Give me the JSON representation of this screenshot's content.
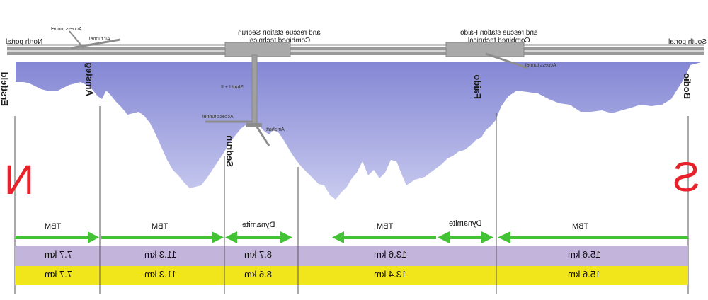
{
  "labels": {
    "portal_north": "North portal",
    "portal_south": "South portal",
    "access_tunnel_top": "Access tunnel",
    "air_tunnel": "Air tunnel",
    "station_sedrun_line1": "Combined technical",
    "station_sedrun_line2": "and rescue station Sedrun",
    "station_faido_line1": "Combined technical",
    "station_faido_line2": "and rescue station Faido",
    "access_tunnel_faido": "Access tunnel",
    "shaft": "Shaft I + II",
    "access_tunnel_sedrun": "Access tunnel",
    "air_shaft": "Air shaft"
  },
  "places": {
    "erstfeld": "Erstfeld",
    "amsteg": "Amsteg",
    "sedrun": "Sedrun",
    "faido": "Faido",
    "bodio": "Bodio"
  },
  "compass": {
    "north": "N",
    "south": "S"
  },
  "sections": [
    {
      "method": "TBM",
      "arrow": "east",
      "length_purple": "7.7 km",
      "length_yellow": "7.7 km"
    },
    {
      "method": "TBM",
      "arrow": "east",
      "length_purple": "11.3 km",
      "length_yellow": "11.3 km"
    },
    {
      "method": "Dynamite",
      "arrow": "both",
      "length_purple": "8.7 km",
      "length_yellow": "8.6 km"
    },
    {
      "method": "TBM",
      "method2": "Dynamite",
      "arrow": "west",
      "length_purple": "13.6 km",
      "length_yellow": "13.4 km"
    },
    {
      "method": "TBM",
      "arrow": "west",
      "length_purple": "15.6 km",
      "length_yellow": "15.6 km"
    }
  ],
  "colors": {
    "mountain": "#8f92d8",
    "arrow": "#44c235",
    "purple_band": "#c3b4dc",
    "yellow_band": "#f1e61b",
    "compass": "#e8222a"
  }
}
